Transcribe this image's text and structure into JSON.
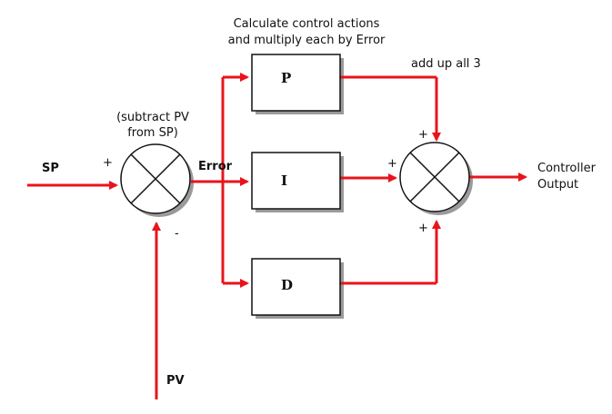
{
  "annotations": {
    "calc_line1": "Calculate control actions",
    "calc_line2": "and multiply each by Error",
    "add_up": "add up all 3",
    "subtract_line1": "(subtract PV",
    "subtract_line2": "from SP)"
  },
  "signals": {
    "sp": "SP",
    "pv": "PV",
    "error": "Error",
    "output_line1": "Controller",
    "output_line2": "Output"
  },
  "blocks": {
    "p": "P",
    "i": "I",
    "d": "D"
  },
  "signs": {
    "sum1_plus": "+",
    "sum1_minus": "-",
    "sum2_top": "+",
    "sum2_left": "+",
    "sum2_bottom": "+"
  },
  "colors": {
    "signal": "#e8141b",
    "block_fill": "#ffffff",
    "block_stroke": "#111111",
    "shadow": "#9a9a9a"
  }
}
